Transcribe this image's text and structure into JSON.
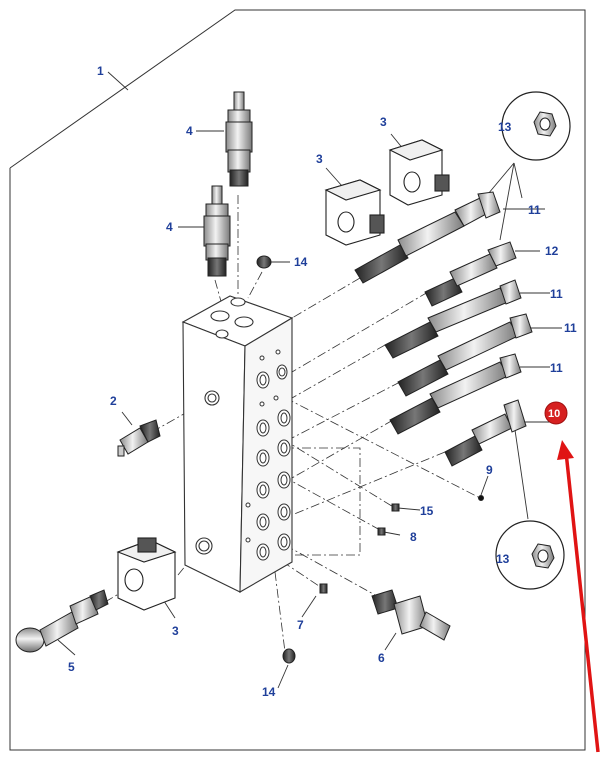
{
  "labels": {
    "l1": "1",
    "l2": "2",
    "l3a": "3",
    "l3b": "3",
    "l3c": "3",
    "l4a": "4",
    "l4b": "4",
    "l5": "5",
    "l6": "6",
    "l7": "7",
    "l8": "8",
    "l9": "9",
    "l10": "10",
    "l11a": "11",
    "l11b": "11",
    "l11c": "11",
    "l11d": "11",
    "l12": "12",
    "l13a": "13",
    "l13b": "13",
    "l14a": "14",
    "l14b": "14",
    "l15": "15"
  },
  "colors": {
    "label_text": "#1f3f9a",
    "highlight_badge": "#d62020",
    "annotation_arrow": "#e01414",
    "line_art": "#222222"
  },
  "highlighted_part": "10"
}
